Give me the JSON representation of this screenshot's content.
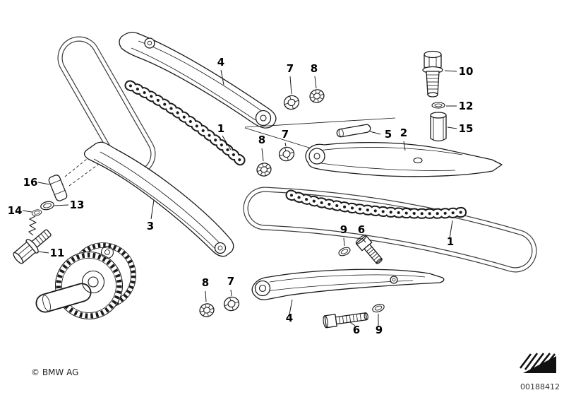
{
  "footer": {
    "copyright": "© BMW AG",
    "doc_number": "00188412"
  },
  "callouts": [
    {
      "label": "4"
    },
    {
      "label": "7"
    },
    {
      "label": "8"
    },
    {
      "label": "10"
    },
    {
      "label": "12"
    },
    {
      "label": "15"
    },
    {
      "label": "1"
    },
    {
      "label": "8"
    },
    {
      "label": "7"
    },
    {
      "label": "5"
    },
    {
      "label": "2"
    },
    {
      "label": "16"
    },
    {
      "label": "13"
    },
    {
      "label": "14"
    },
    {
      "label": "3"
    },
    {
      "label": "11"
    },
    {
      "label": "9"
    },
    {
      "label": "6"
    },
    {
      "label": "1"
    },
    {
      "label": "8"
    },
    {
      "label": "7"
    },
    {
      "label": "4"
    },
    {
      "label": "6"
    },
    {
      "label": "9"
    }
  ]
}
